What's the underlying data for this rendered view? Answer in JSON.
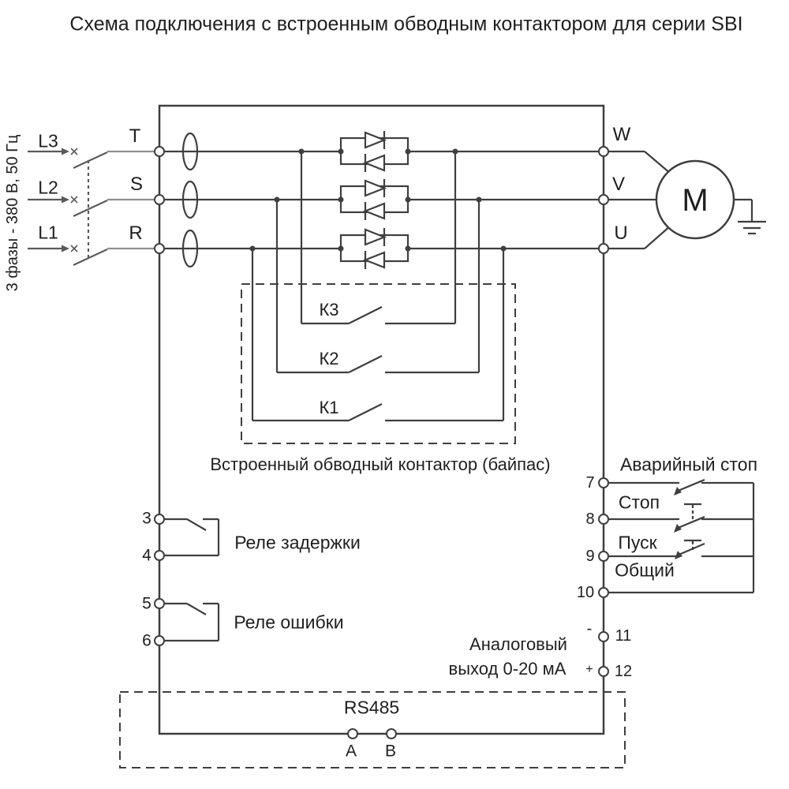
{
  "title": "Схема подключения с встроенным обводным контактором для серии SBI",
  "source": {
    "system_label": "3 фазы - 380 В, 50 Гц",
    "phases": [
      {
        "line": "L3",
        "input_terminal": "T",
        "output_terminal": "W"
      },
      {
        "line": "L2",
        "input_terminal": "S",
        "output_terminal": "V"
      },
      {
        "line": "L1",
        "input_terminal": "R",
        "output_terminal": "U"
      }
    ]
  },
  "motor": {
    "label": "M"
  },
  "bypass": {
    "contacts": [
      "К3",
      "К2",
      "К1"
    ],
    "caption": "Встроенный обводный контактор (байпас)"
  },
  "relays": [
    {
      "top_terminal": "3",
      "bottom_terminal": "4",
      "label": "Реле задержки"
    },
    {
      "top_terminal": "5",
      "bottom_terminal": "6",
      "label": "Реле ошибки"
    }
  ],
  "control_inputs": {
    "items": [
      {
        "terminal": "7",
        "label": "Аварийный стоп"
      },
      {
        "terminal": "8",
        "label": "Стоп"
      },
      {
        "terminal": "9",
        "label": "Пуск"
      },
      {
        "terminal": "10",
        "label": "Общий"
      }
    ]
  },
  "analog_output": {
    "label_line1": "Аналоговый",
    "label_line2": "выход 0-20 мА",
    "negative_sign": "-",
    "positive_sign": "+",
    "negative_terminal": "11",
    "positive_terminal": "12"
  },
  "comms": {
    "label": "RS485",
    "terminal_a": "A",
    "terminal_b": "B"
  },
  "colors": {
    "line": "#3f3f3f",
    "input_line": "#909090",
    "text": "#1f1f1f",
    "background": "#ffffff"
  }
}
